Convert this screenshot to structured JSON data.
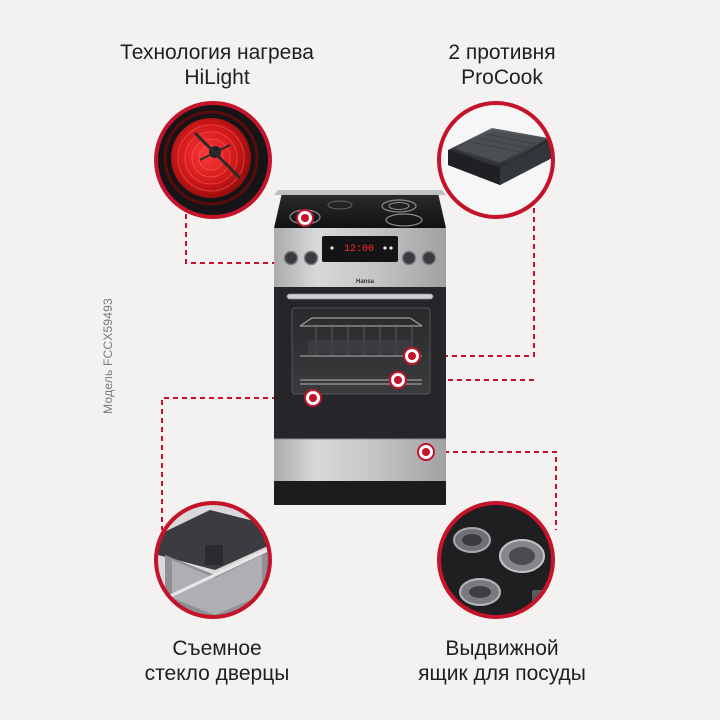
{
  "features": {
    "hilight": {
      "line1": "Технология нагрева",
      "line2": "HiLight",
      "icon": "ceramic-hob-icon"
    },
    "trays": {
      "line1": "2 противня",
      "line2": "ProCook",
      "icon": "baking-tray-icon"
    },
    "glass": {
      "line1": "Съемное",
      "line2": "стекло дверцы",
      "icon": "oven-door-glass-icon"
    },
    "drawer": {
      "line1": "Выдвижной",
      "line2": "ящик для посуды",
      "icon": "storage-drawer-icon"
    }
  },
  "model": "Модель FCCX59493",
  "display": {
    "time": "12:00"
  },
  "brand": "Hansa",
  "colors": {
    "accent": "#c4132b",
    "background": "#f3f2f1",
    "steel": "#c9cacb",
    "black": "#1c1c1e"
  }
}
